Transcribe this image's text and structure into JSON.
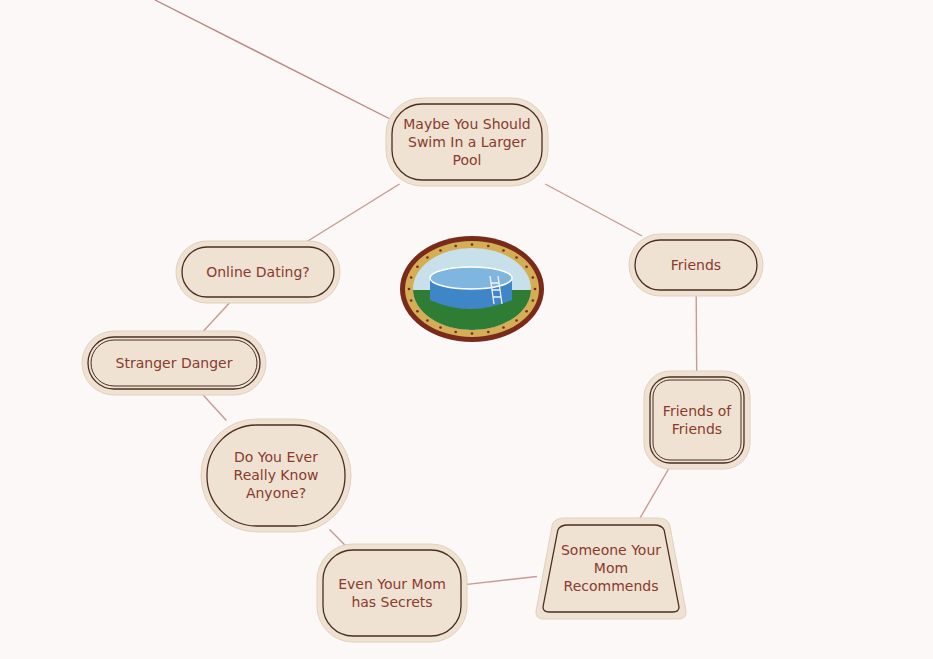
{
  "diagram": {
    "nodes": [
      {
        "text": [
          "Maybe You Should Swim In a Larger Pool"
        ]
      },
      {
        "text": [
          "Friends"
        ]
      },
      {
        "text": [
          "Friends of Friends"
        ]
      },
      {
        "text": [
          "Someone Your Mom Recommends"
        ]
      },
      {
        "text": [
          "Even Your Mom has Secrets"
        ]
      },
      {
        "text": [
          "Do You Ever Really Know Anyone?"
        ]
      },
      {
        "text": [
          "Stranger Danger"
        ]
      },
      {
        "text": [
          "Online Dating?"
        ]
      }
    ],
    "edges": [
      {
        "from": 0,
        "to": 1,
        "arrow": "none"
      },
      {
        "from": 1,
        "to": 2,
        "arrow": "none"
      },
      {
        "from": 2,
        "to": 3,
        "arrow": "none"
      },
      {
        "from": 3,
        "to": 4,
        "arrow": "none"
      },
      {
        "from": 4,
        "to": 5,
        "arrow": "none"
      },
      {
        "from": 5,
        "to": 6,
        "arrow": "none"
      },
      {
        "from": 6,
        "to": 7,
        "arrow": "none"
      },
      {
        "from": 7,
        "to": 0,
        "arrow": "none"
      }
    ]
  }
}
